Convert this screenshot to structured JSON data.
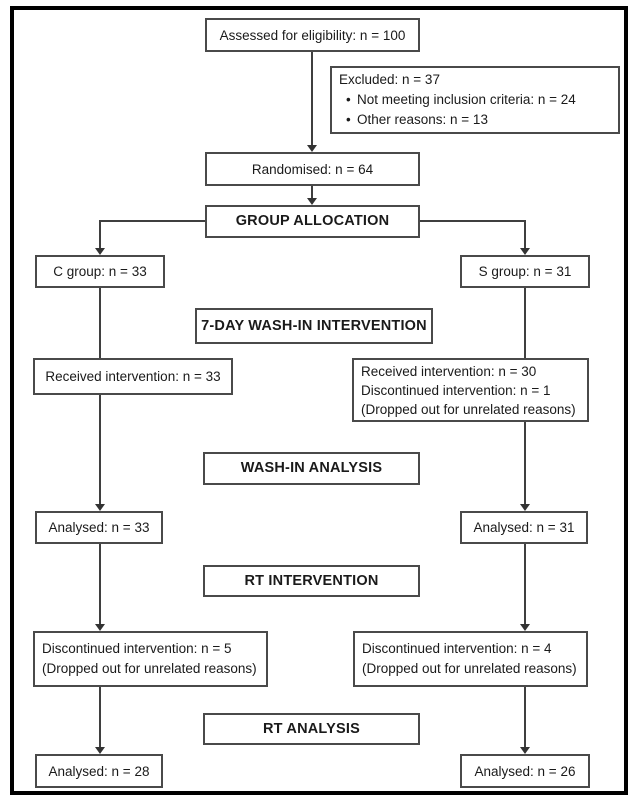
{
  "flow": {
    "assessed": "Assessed for eligibility: n = 100",
    "excluded": {
      "title": "Excluded: n = 37",
      "items": [
        "Not meeting inclusion criteria: n = 24",
        "Other reasons: n = 13"
      ]
    },
    "randomised": "Randomised: n = 64",
    "group_allocation_label": "GROUP ALLOCATION",
    "c_group": "C group: n = 33",
    "s_group": "S group: n = 31",
    "washin_intervention_label": "7-DAY WASH-IN INTERVENTION",
    "received_c": "Received intervention: n = 33",
    "received_s": {
      "lines": [
        "Received intervention: n = 30",
        "Discontinued intervention: n = 1",
        "(Dropped out for unrelated reasons)"
      ]
    },
    "washin_analysis_label": "WASH-IN ANALYSIS",
    "analysed_washin_c": "Analysed: n = 33",
    "analysed_washin_s": "Analysed: n = 31",
    "rt_intervention_label": "RT INTERVENTION",
    "discontinued_c": {
      "lines": [
        "Discontinued intervention: n = 5",
        "(Dropped out for unrelated reasons)"
      ]
    },
    "discontinued_s": {
      "lines": [
        "Discontinued intervention: n = 4",
        "(Dropped out for unrelated reasons)"
      ]
    },
    "rt_analysis_label": "RT ANALYSIS",
    "analysed_rt_c": "Analysed: n = 28",
    "analysed_rt_s": "Analysed: n = 26"
  },
  "colors": {
    "frame_border": "#000000",
    "box_border": "#4a4a4a",
    "connector_line": "#3f3f3f",
    "text": "#1a1a1a",
    "background": "#ffffff"
  }
}
